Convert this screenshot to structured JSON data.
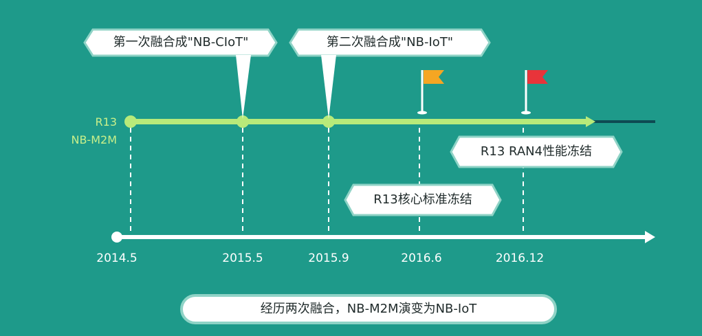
{
  "track": {
    "name": "R13",
    "subname": "NB-M2M"
  },
  "callouts_top": [
    {
      "text": "第一次融合成\"NB-CIoT\""
    },
    {
      "text": "第二次融合成\"NB-IoT\""
    }
  ],
  "callouts_low": [
    {
      "text": "R13 RAN4性能冻结"
    },
    {
      "text": "R13核心标准冻结"
    }
  ],
  "timeline": {
    "dates": [
      "2014.5",
      "2015.5",
      "2015.9",
      "2016.6",
      "2016.12"
    ]
  },
  "flags": [
    {
      "color": "#f5a623"
    },
    {
      "color": "#e8343a"
    }
  ],
  "summary": "经历两次融合，NB-M2M演变为NB-IoT"
}
